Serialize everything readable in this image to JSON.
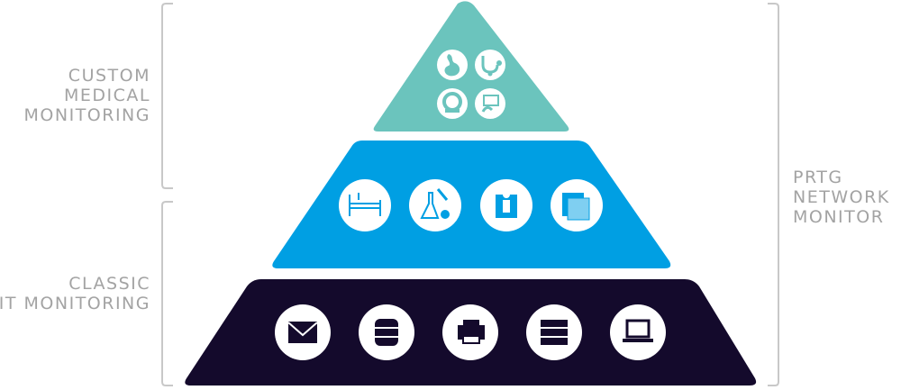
{
  "labels": {
    "custom_medical": [
      "CUSTOM",
      "MEDICAL",
      "MONITORING"
    ],
    "classic_it": [
      "CLASSIC",
      "IT MONITORING"
    ],
    "prtg": [
      "PRTG",
      "NETWORK",
      "MONITOR"
    ]
  },
  "tiers": [
    {
      "name": "custom-medical-tier",
      "color": "#6bc4bd",
      "icons": [
        "stomach-icon",
        "stethoscope-icon",
        "mri-scanner-icon",
        "ultrasound-icon"
      ]
    },
    {
      "name": "medical-systems-tier",
      "color": "#009fe3",
      "icons": [
        "hospital-bed-icon",
        "lab-flask-icon",
        "xray-person-icon",
        "xray-films-icon"
      ]
    },
    {
      "name": "classic-it-tier",
      "color": "#140a2c",
      "icons": [
        "mail-icon",
        "database-icon",
        "printer-icon",
        "server-icon",
        "laptop-icon"
      ]
    }
  ],
  "bracket_color": "#c8c8c8"
}
